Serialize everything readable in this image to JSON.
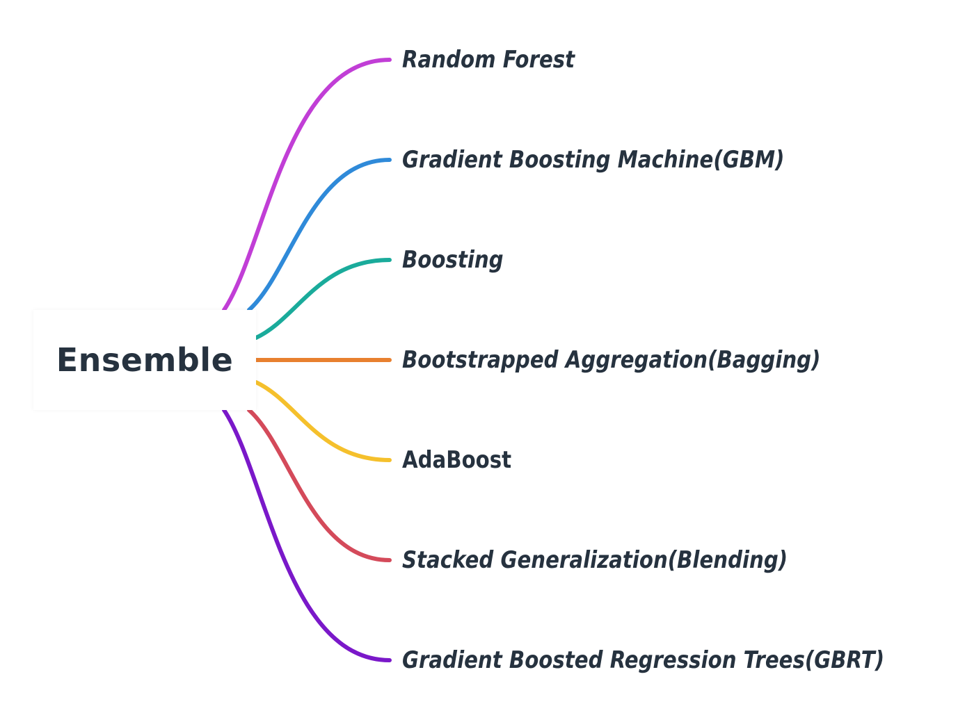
{
  "root": {
    "label": "Ensemble"
  },
  "branches": [
    {
      "label": "Random Forest",
      "italic": true,
      "color": "#c13ed6"
    },
    {
      "label": "Gradient Boosting Machine(GBM)",
      "italic": true,
      "color": "#2f8ad9"
    },
    {
      "label": "Boosting",
      "italic": true,
      "color": "#1aab9b"
    },
    {
      "label": "Bootstrapped Aggregation(Bagging)",
      "italic": true,
      "color": "#e8802f"
    },
    {
      "label": "AdaBoost",
      "italic": false,
      "color": "#f5c02c"
    },
    {
      "label": "Stacked Generalization(Blending)",
      "italic": true,
      "color": "#d44a5a"
    },
    {
      "label": "Gradient Boosted Regression Trees(GBRT)",
      "italic": true,
      "color": "#7a18c9"
    }
  ]
}
